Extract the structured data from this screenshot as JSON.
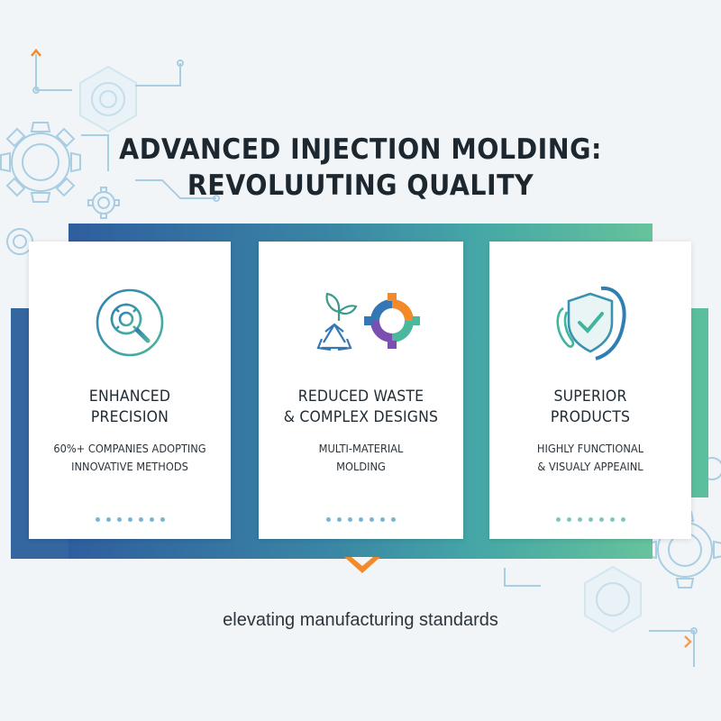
{
  "header": {
    "title_line1": "ADVANCED INJECTION MOLDING:",
    "title_line2": "REVOLUUTING QUALITY"
  },
  "cards": [
    {
      "title_line1": "ENHANCED",
      "title_line2": "PRECISION",
      "sub_line1": "60%+ COMPANIES ADOPTING",
      "sub_line2": "INNOVATIVE METHODS",
      "icon": "gear-magnifier-icon",
      "dot_count": 7
    },
    {
      "title_line1": "REDUCED WASTE",
      "title_line2": "& COMPLEX DESIGNS",
      "sub_line1": "MULTI-MATERIAL",
      "sub_line2": "MOLDING",
      "icon": "recycle-gear-icon",
      "dot_count": 7
    },
    {
      "title_line1": "SUPERIOR",
      "title_line2": "PRODUCTS",
      "sub_line1": "HIGHLY FUNCTIONAL",
      "sub_line2": "& VISUALY APPEAINL",
      "icon": "shield-check-icon",
      "dot_count": 7
    }
  ],
  "footer": {
    "tagline": "elevating manufacturing standards"
  },
  "colors": {
    "band_start": "#2f5e9e",
    "band_end": "#66c39c",
    "accent_orange": "#f28a2a",
    "text_dark": "#1d2730"
  }
}
